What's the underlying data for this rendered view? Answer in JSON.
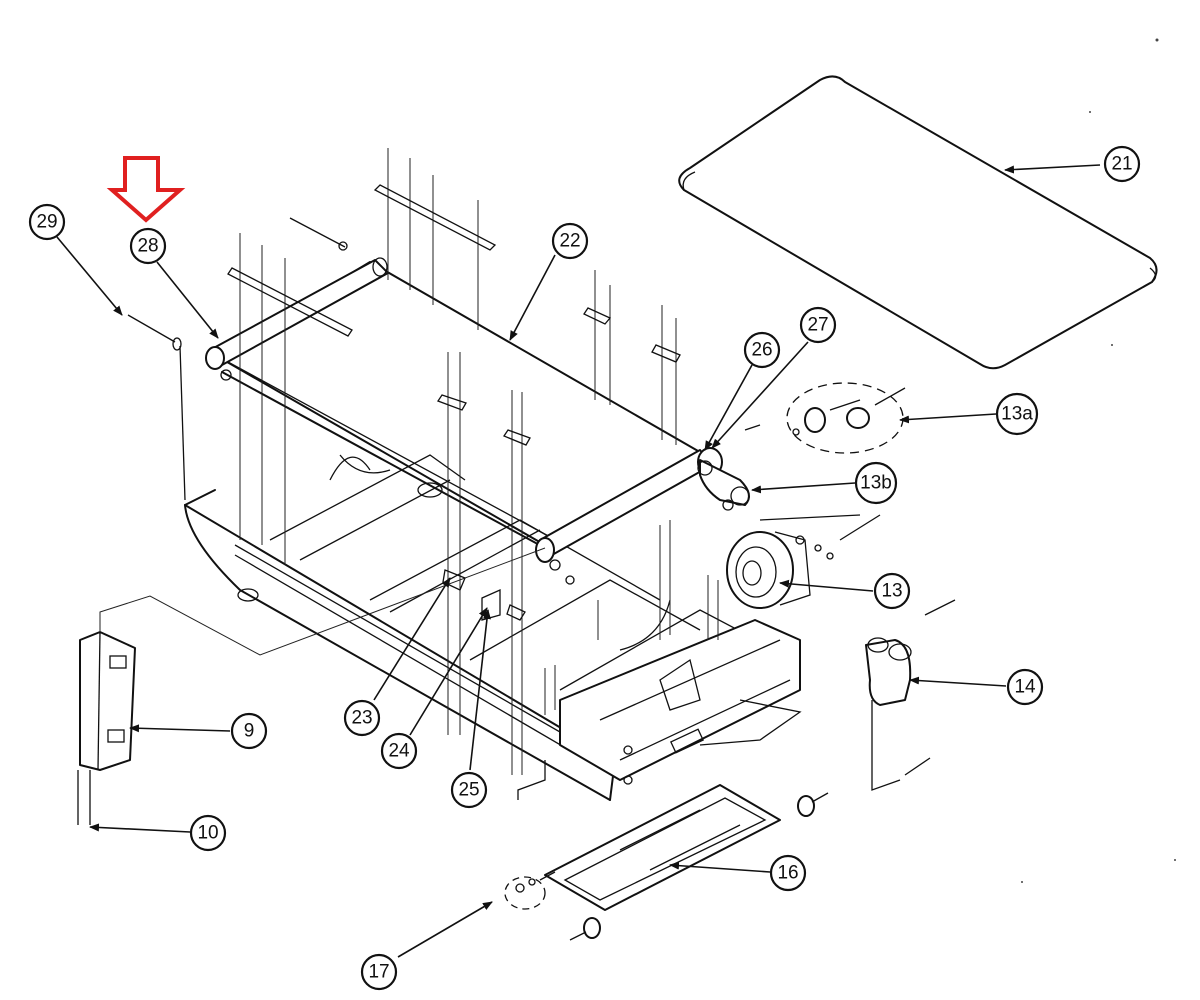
{
  "callouts": [
    {
      "id": "c29",
      "label": "29"
    },
    {
      "id": "c28",
      "label": "28"
    },
    {
      "id": "c22",
      "label": "22"
    },
    {
      "id": "c21",
      "label": "21"
    },
    {
      "id": "c26",
      "label": "26"
    },
    {
      "id": "c27",
      "label": "27"
    },
    {
      "id": "c13a",
      "label": "13a"
    },
    {
      "id": "c13b",
      "label": "13b"
    },
    {
      "id": "c13",
      "label": "13"
    },
    {
      "id": "c14",
      "label": "14"
    },
    {
      "id": "c9",
      "label": "9"
    },
    {
      "id": "c10",
      "label": "10"
    },
    {
      "id": "c23",
      "label": "23"
    },
    {
      "id": "c24",
      "label": "24"
    },
    {
      "id": "c25",
      "label": "25"
    },
    {
      "id": "c16",
      "label": "16"
    },
    {
      "id": "c17",
      "label": "17"
    }
  ],
  "highlight": {
    "target_label": "28",
    "color": "#e02020"
  }
}
